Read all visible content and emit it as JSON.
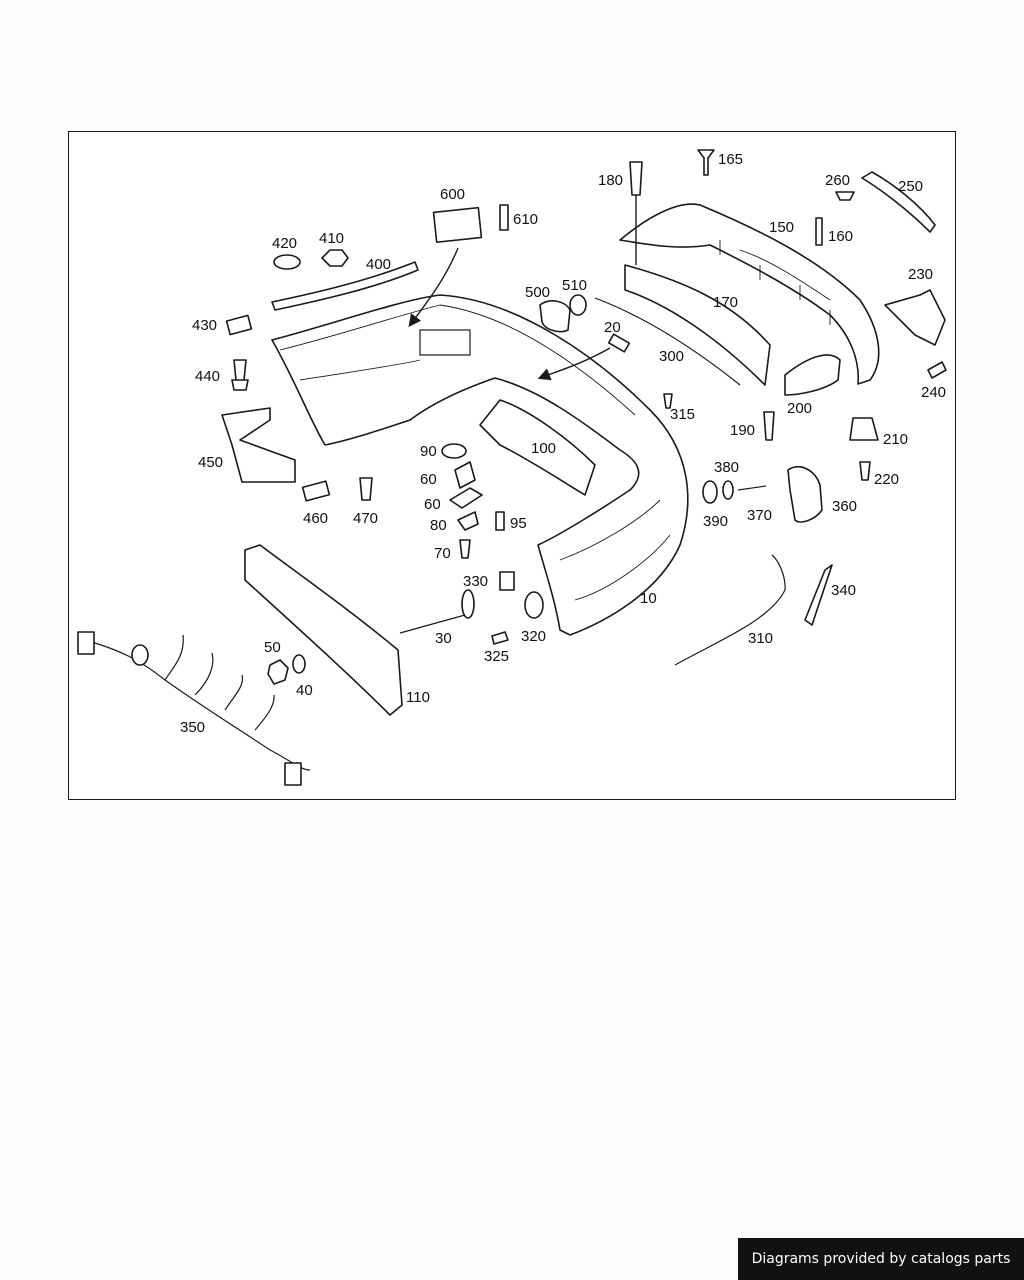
{
  "diagram": {
    "callouts": [
      "10",
      "20",
      "30",
      "40",
      "50",
      "60",
      "60",
      "70",
      "80",
      "90",
      "95",
      "100",
      "110",
      "150",
      "160",
      "165",
      "170",
      "180",
      "190",
      "200",
      "210",
      "220",
      "230",
      "240",
      "250",
      "260",
      "300",
      "310",
      "315",
      "320",
      "325",
      "330",
      "340",
      "350",
      "360",
      "370",
      "380",
      "390",
      "400",
      "410",
      "420",
      "430",
      "440",
      "450",
      "460",
      "470",
      "500",
      "510",
      "600",
      "610"
    ]
  },
  "footer": {
    "text": "Diagrams provided by catalogs parts"
  }
}
